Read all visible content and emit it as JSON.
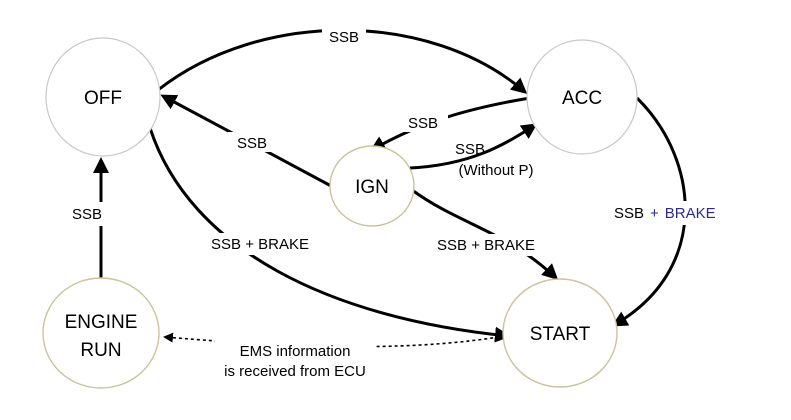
{
  "nodes": {
    "off": "OFF",
    "acc": "ACC",
    "ign": "IGN",
    "engine_run_line1": "ENGINE",
    "engine_run_line2": "RUN",
    "start": "START"
  },
  "edges": {
    "off_to_acc": "SSB",
    "acc_to_ign": "SSB",
    "ign_to_off": "SSB",
    "ign_to_acc_line1": "SSB",
    "ign_to_acc_line2": "(Without P)",
    "engine_run_to_off": "SSB",
    "off_to_start": "SSB + BRAKE",
    "ign_to_start": "SSB + BRAKE",
    "acc_to_start_part1": "SSB",
    "acc_to_start_plus": "+",
    "acc_to_start_part2": "BRAKE",
    "start_to_engine_run_line1": "EMS information",
    "start_to_engine_run_line2": "is received from ECU"
  },
  "colors": {
    "accent_blue": "#2b2b8f",
    "node_border_grey": "#c8c8c8",
    "node_border_olive": "#c9c49a"
  }
}
